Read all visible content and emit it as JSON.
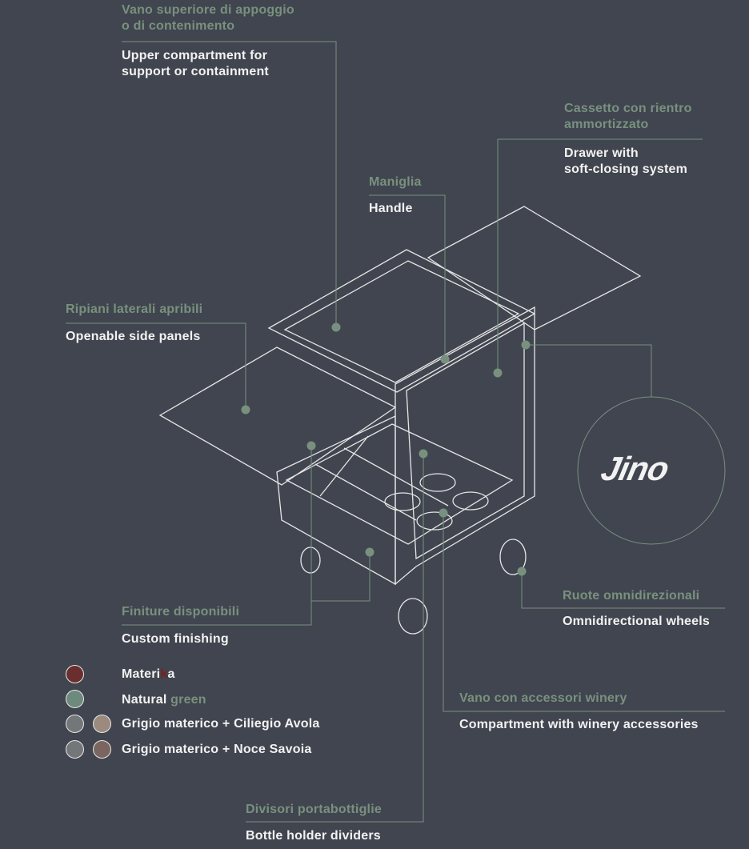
{
  "colors": {
    "background": "#41454f",
    "accent": "#78917f",
    "text": "#f2f2f2"
  },
  "callouts": {
    "upper": {
      "it": "Vano superiore di appoggio\no di contenimento",
      "en": "Upper compartment for\nsupport or containment"
    },
    "drawer": {
      "it": "Cassetto con rientro\nammortizzato",
      "en": "Drawer with\nsoft-closing system"
    },
    "handle": {
      "it": "Maniglia",
      "en": "Handle"
    },
    "side": {
      "it": "Ripiani laterali apribili",
      "en": "Openable side panels"
    },
    "wheels": {
      "it": "Ruote omnidirezionali",
      "en": "Omnidirectional wheels"
    },
    "finish": {
      "it": "Finiture disponibili",
      "en": "Custom finishing"
    },
    "winery": {
      "it": "Vano con accessori winery",
      "en": "Compartment with winery accessories"
    },
    "dividers": {
      "it": "Divisori portabottiglie",
      "en": "Bottle holder dividers"
    }
  },
  "brand": {
    "logo": "Jino"
  },
  "finishes": [
    {
      "pre": "Materi",
      "hl": "k",
      "post": "a",
      "swatches": [
        "#6b2e2e"
      ]
    },
    {
      "pre": "Natural ",
      "hl": "green",
      "post": "",
      "swatches": [
        "#6e8a7c"
      ]
    },
    {
      "pre": "Grigio materico + Ciliegio Avola",
      "hl": "",
      "post": "",
      "swatches": [
        "#74777a",
        "#9c8a7e"
      ]
    },
    {
      "pre": "Grigio materico + Noce Savoia",
      "hl": "",
      "post": "",
      "swatches": [
        "#74777a",
        "#7a6560"
      ]
    }
  ]
}
